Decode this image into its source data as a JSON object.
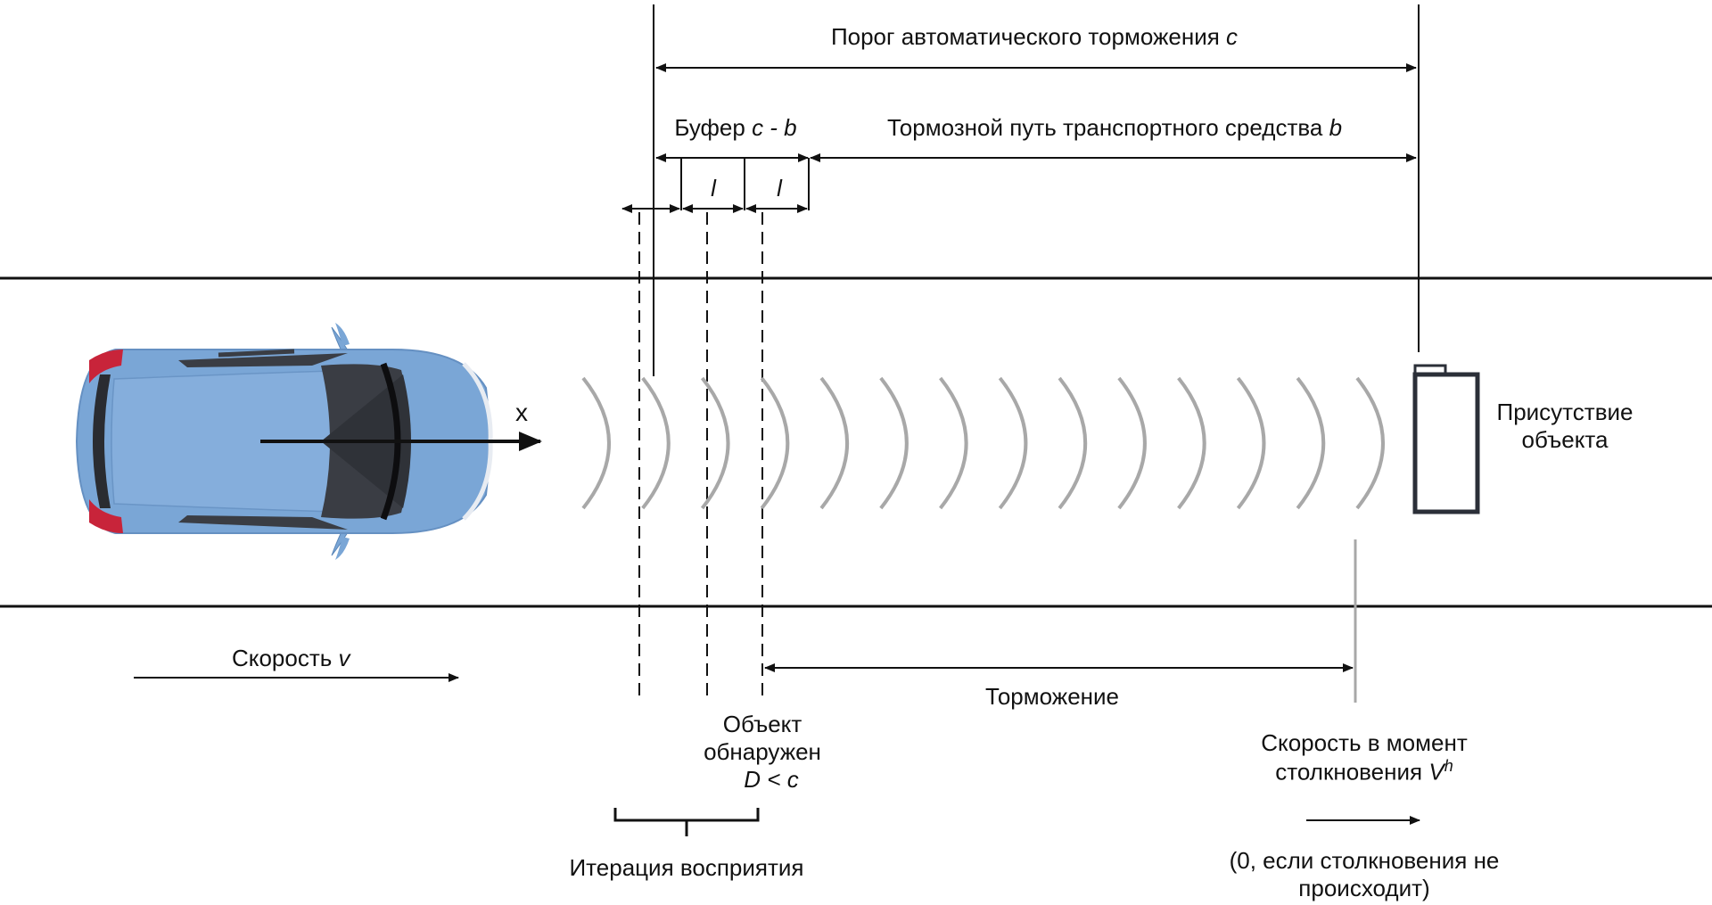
{
  "labels": {
    "threshold": "Порог автоматического торможения",
    "threshold_var": "c",
    "buffer": "Буфер",
    "buffer_var": "c - b",
    "braking_distance": "Тормозной путь транспортного средства",
    "braking_distance_var": "b",
    "interval_1": "l",
    "interval_2": "l",
    "axis_x": "x",
    "object_presence_line1": "Присутствие",
    "object_presence_line2": "объекта",
    "speed": "Скорость",
    "speed_var": "v",
    "braking": "Торможение",
    "object_detected_line1": "Объект",
    "object_detected_line2": "обнаружен",
    "object_detected_line3": "D < c",
    "impact_speed_line1": "Скорость в момент",
    "impact_speed_line2": "столкновения",
    "impact_speed_var": "V",
    "impact_speed_sup": "h",
    "perception_iteration": "Итерация восприятия",
    "no_collision_line1": "(0, если столкновения не",
    "no_collision_line2": "происходит)"
  },
  "colors": {
    "car_body": "#7aa6d6",
    "car_window": "#3a3d44",
    "tail_light": "#c8243a",
    "sensor_wave": "#a8a8a8",
    "line": "#111111",
    "road_line": "#111111"
  },
  "wave_count": 14
}
